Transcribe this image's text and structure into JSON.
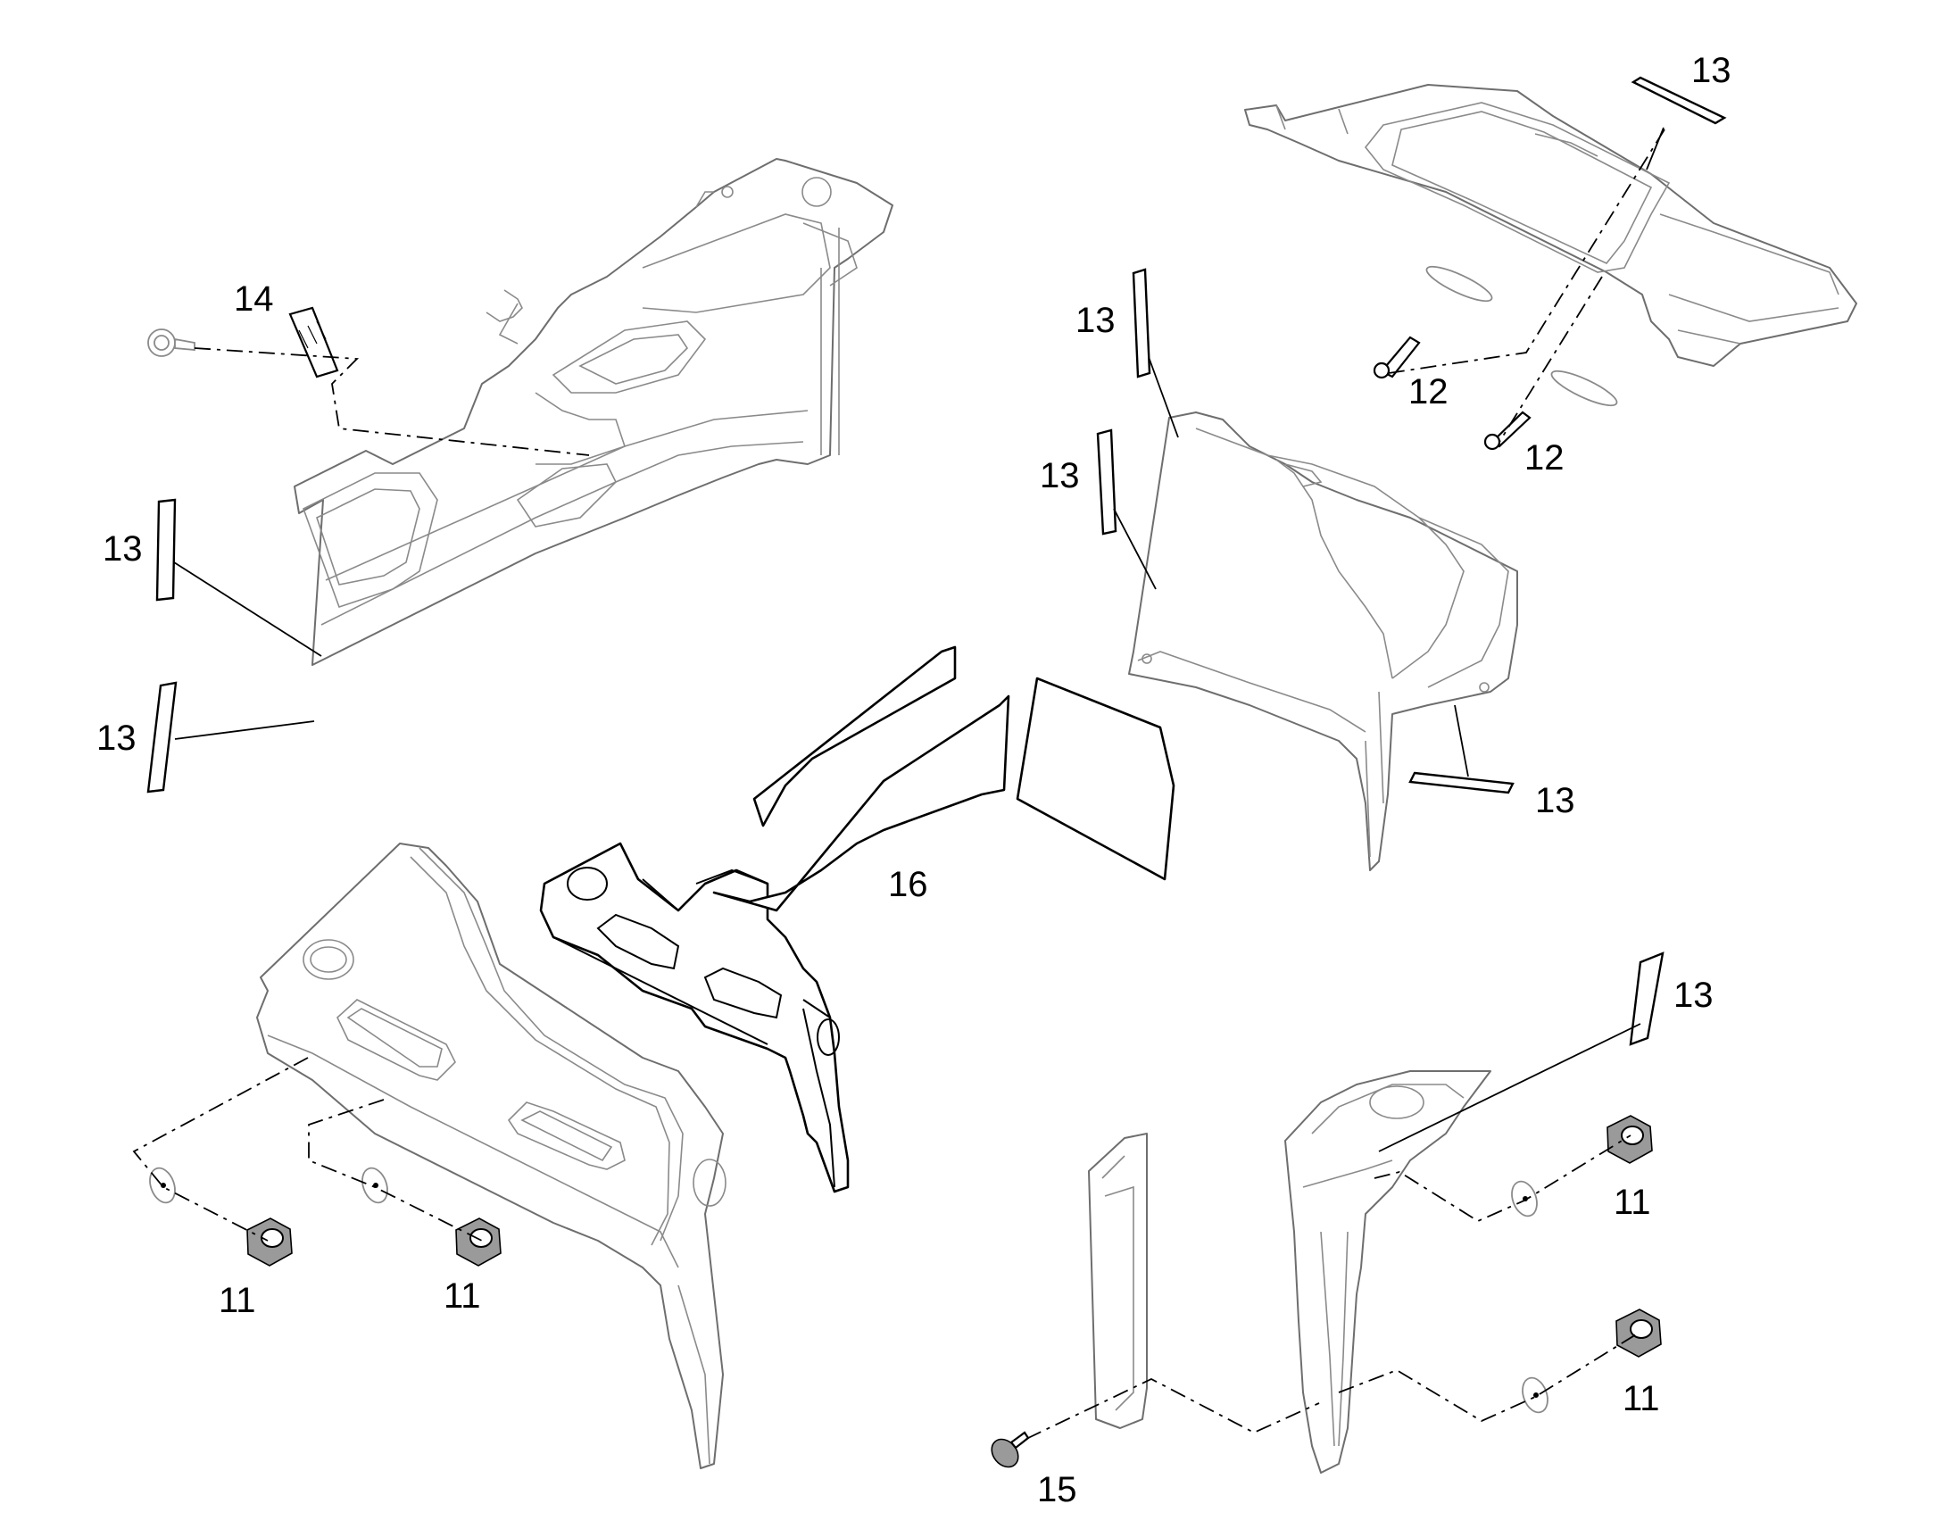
{
  "callouts": {
    "c11a": "11",
    "c11b": "11",
    "c11c": "11",
    "c11d": "11",
    "c12a": "12",
    "c12b": "12",
    "c13a": "13",
    "c13b": "13",
    "c13c": "13",
    "c13d": "13",
    "c13e": "13",
    "c13f": "13",
    "c13g": "13",
    "c14": "14",
    "c15": "15",
    "c16": "16"
  },
  "colors": {
    "line": "#000000",
    "part_outline": "#6e6e6e",
    "background": "#ffffff"
  }
}
